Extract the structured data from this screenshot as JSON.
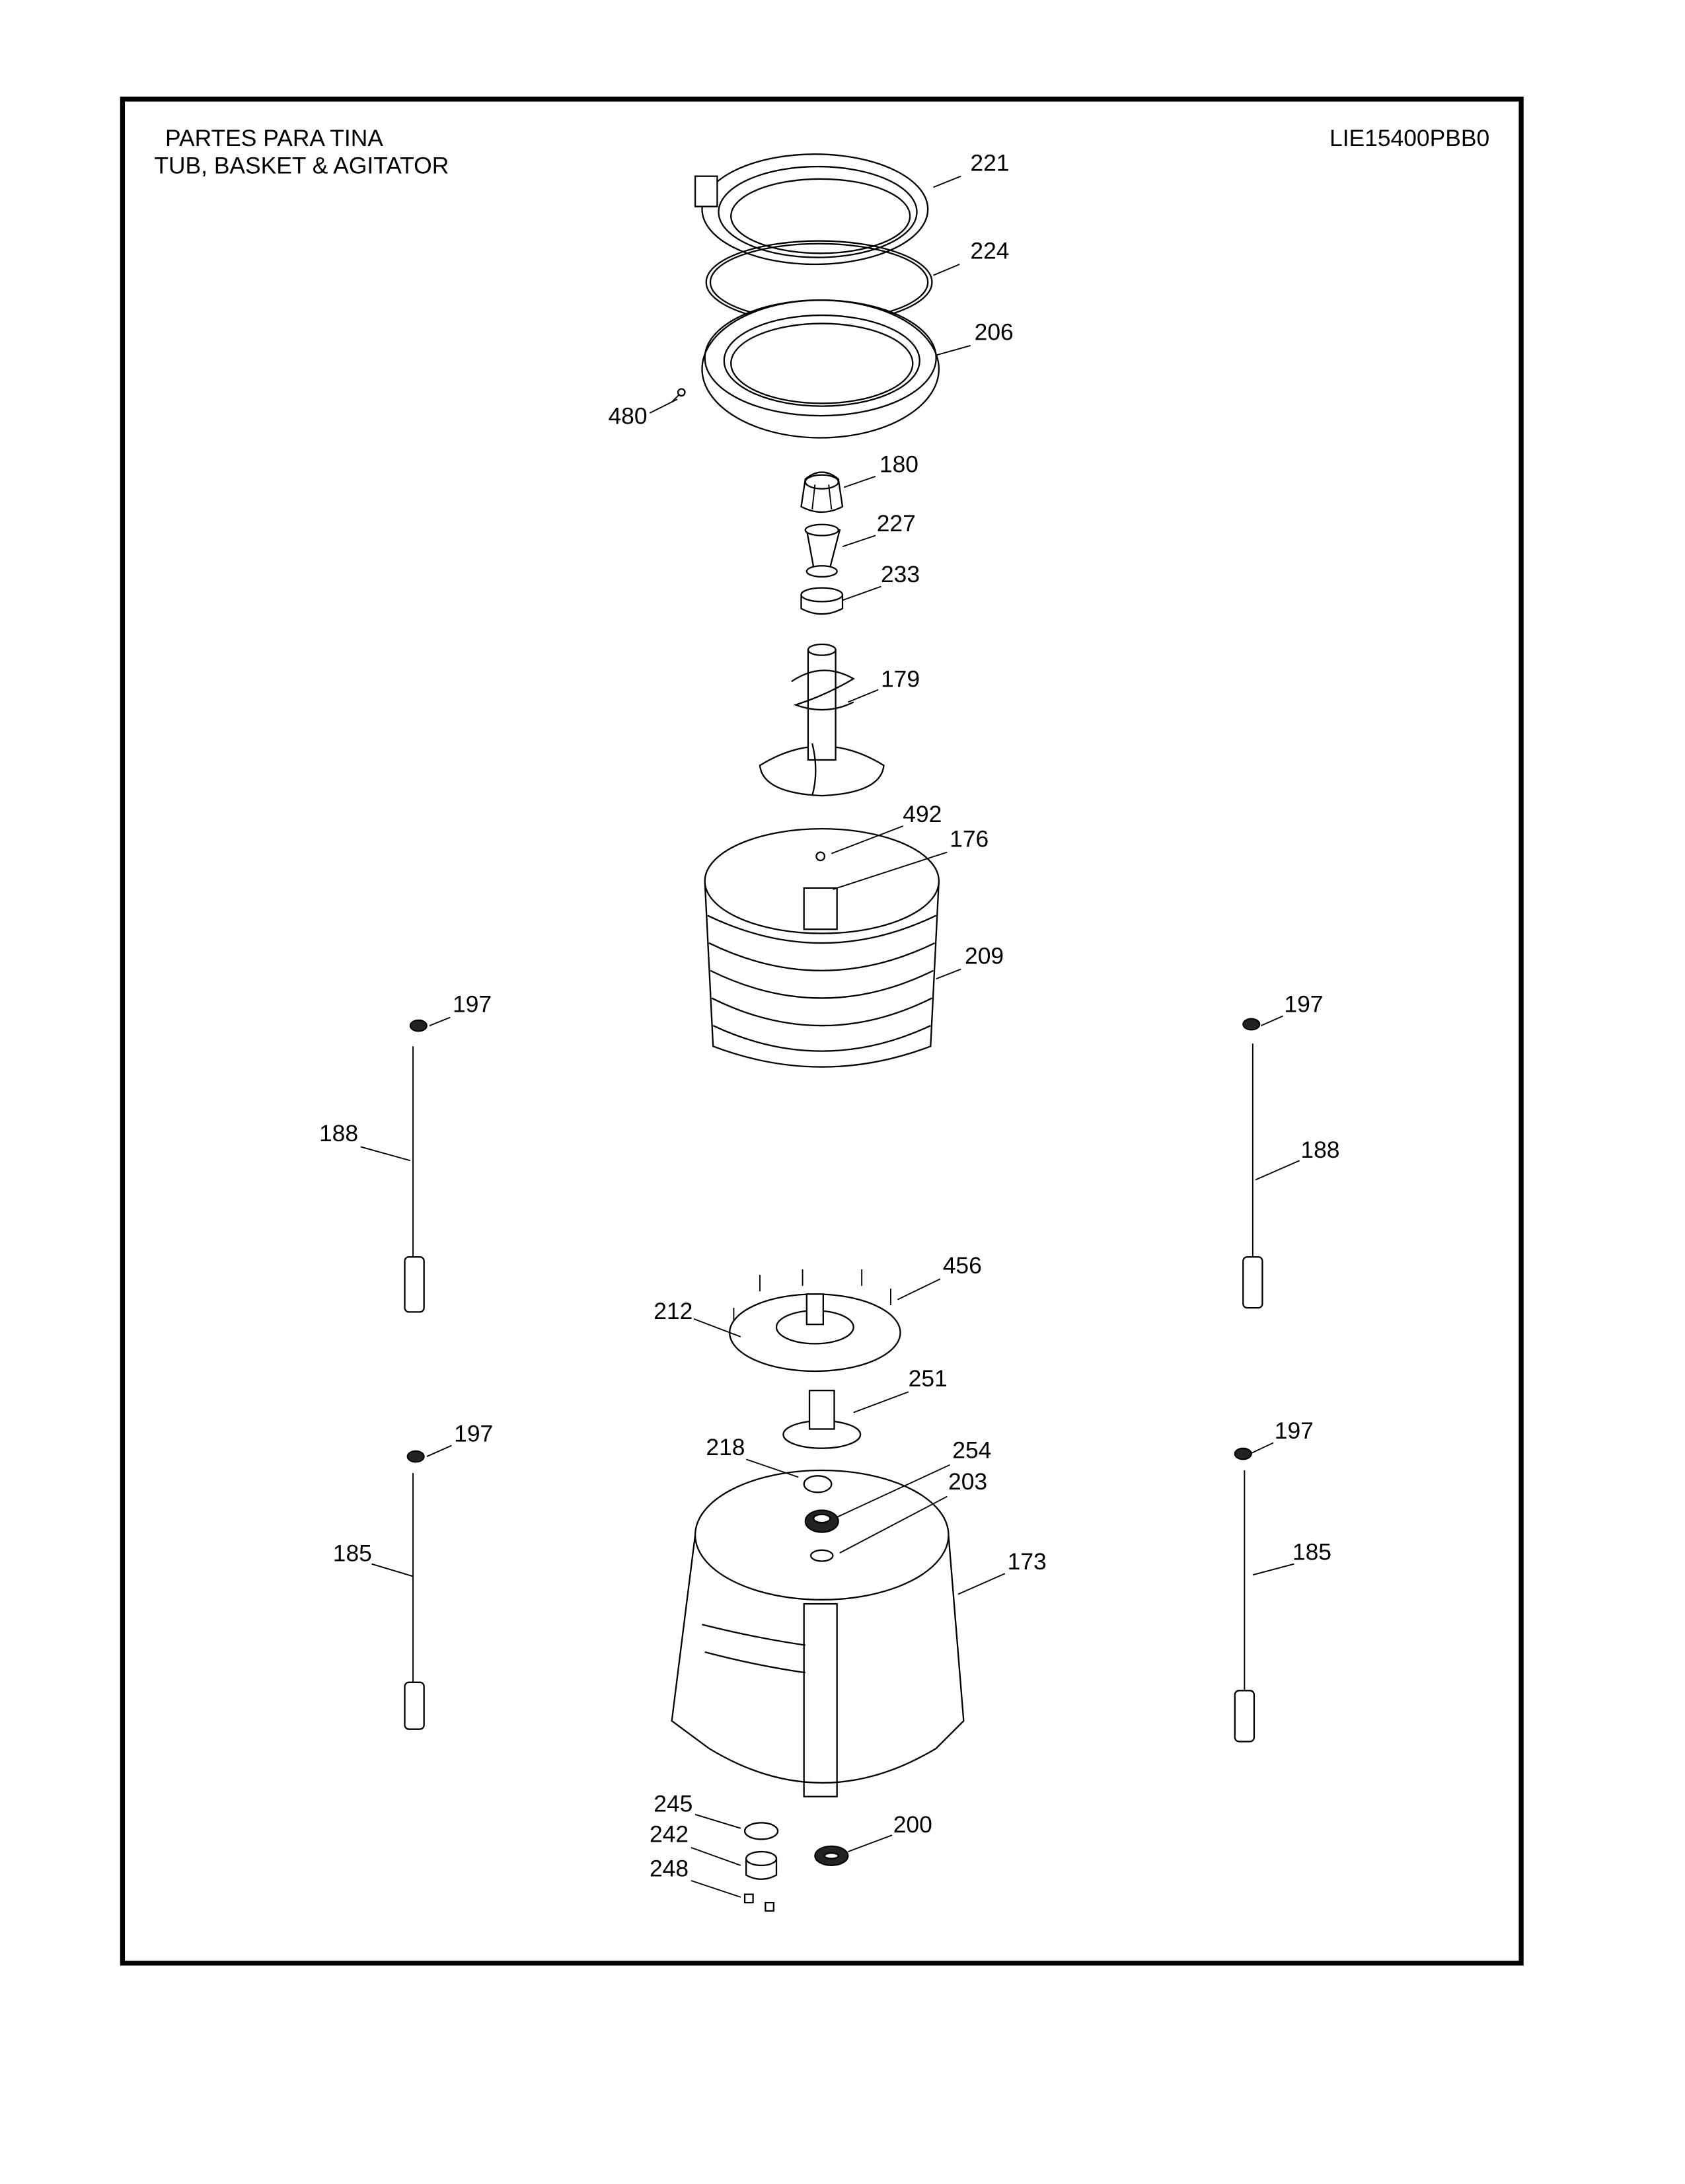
{
  "header": {
    "title_es": "PARTES PARA TINA",
    "title_en": "TUB, BASKET & AGITATOR",
    "model": "LIE15400PBB0"
  },
  "callouts": {
    "outer_ring": "221",
    "gasket": "224",
    "tub_ring": "206",
    "screw_ring": "480",
    "agitator_cap": "180",
    "cone": "227",
    "cap_insert": "233",
    "agitator": "179",
    "basket_screw": "492",
    "basket_hub": "176",
    "basket": "209",
    "cap_left_top": "197",
    "rod_left_top": "188",
    "cap_right_top": "197",
    "rod_right_top": "188",
    "plate_screws": "456",
    "plate": "212",
    "hub": "251",
    "nut": "218",
    "bearing": "254",
    "washer": "203",
    "tub": "173",
    "cap_left_bottom": "197",
    "rod_left_bottom": "185",
    "cap_right_bottom": "197",
    "rod_right_bottom": "185",
    "oring": "245",
    "drain_plug": "242",
    "clip": "248",
    "seal": "200"
  }
}
